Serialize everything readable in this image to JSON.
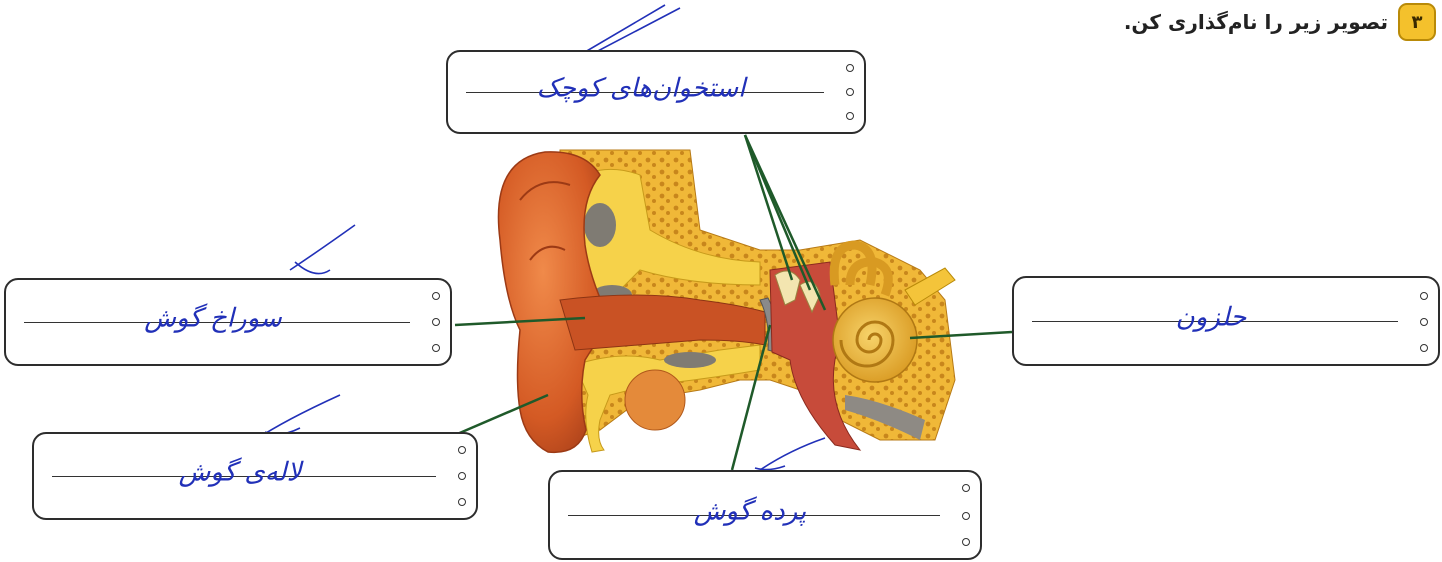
{
  "exercise": {
    "number": "۳",
    "instruction": "تصویر زیر را نام‌گذاری کن."
  },
  "labels": {
    "ossicles": "استخوان‌های کوچک",
    "ear_canal": "سوراخ گوش",
    "cochlea": "حلزون",
    "earlobe": "لاله‌ی گوش",
    "eardrum": "پرده گوش"
  },
  "colors": {
    "handwriting": "#2130b8",
    "pointer_lines": "#1f5a2a",
    "outer_ear": "#d9622b",
    "bone": "#f2c032",
    "number_badge": "#f4c12c"
  }
}
